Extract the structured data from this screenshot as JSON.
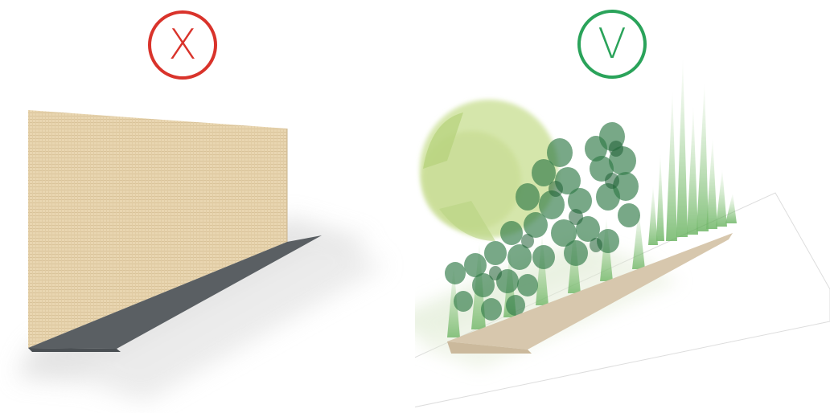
{
  "comparison": {
    "left": {
      "mark_text": "X",
      "mark_meaning": "incorrect",
      "mark_color": "#d9332b",
      "subject": "bare-wall-with-shadow",
      "wall_color": "#e7d3ad",
      "base_color": "#5a5f63"
    },
    "right": {
      "mark_text": "V",
      "mark_meaning": "correct",
      "mark_color": "#2aa35a",
      "subject": "planted-green-screen",
      "foliage_color": "#2f7a46",
      "canopy_color": "#cfe0a6",
      "base_color": "#d7c7ad"
    }
  }
}
